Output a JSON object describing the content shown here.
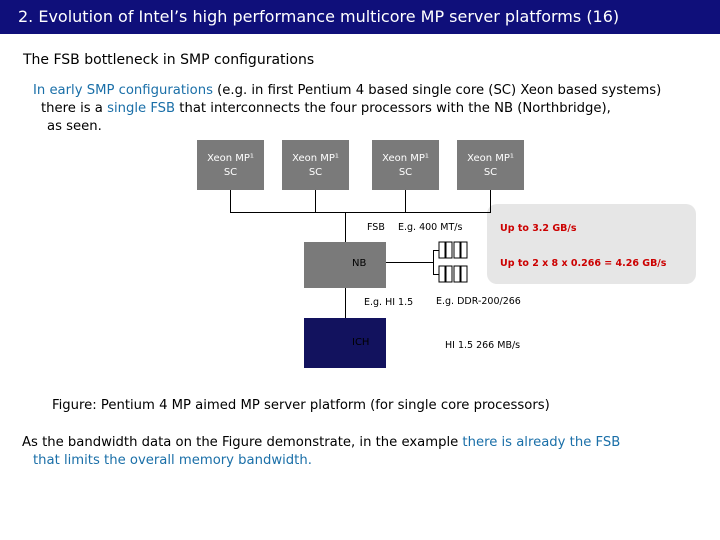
{
  "header": {
    "title": "2. Evolution of Intel’s high performance multicore MP server platforms (16)"
  },
  "subtitle": "The FSB bottleneck in SMP configurations",
  "intro": {
    "part1": "In early SMP configurations",
    "part2": " (e.g. in first Pentium 4 based single core (SC) Xeon based systems)",
    "part3": "there is a ",
    "part4": "single FSB",
    "part5": " that interconnects the four processors with the NB (Northbridge),",
    "part6": "as seen."
  },
  "diagram": {
    "processors": [
      {
        "line1": "Xeon MP¹",
        "line2": "SC"
      },
      {
        "line1": "Xeon MP¹",
        "line2": "SC"
      },
      {
        "line1": "Xeon MP¹",
        "line2": "SC"
      },
      {
        "line1": "Xeon MP¹",
        "line2": "SC"
      }
    ],
    "fsb_label": "FSB",
    "fsb_rate": "E.g. 400 MT/s",
    "nb_label": "NB",
    "hi_label": "E.g. HI 1.5",
    "ich_label": "ICH",
    "memory_label": "E.g. DDR-200/266",
    "hi_rate": "HI 1.5 266 MB/s",
    "fsb_bandwidth": "Up to 3.2 GB/s",
    "memory_bandwidth": "Up to 2 x 8 x 0.266 = 4.26 GB/s",
    "colors": {
      "processor": "#7a7a7a",
      "nb": "#7a7a7a",
      "ich": "#12125e",
      "bandwidth_box": "#e6e6e6",
      "bandwidth_text": "#cc0000"
    }
  },
  "caption": "Figure: Pentium 4 MP aimed MP server platform (for single core processors)",
  "conclusion": {
    "part1": "As the bandwidth data on the Figure demonstrate, in the example ",
    "part2": "there is already the FSB",
    "part3": "that limits the overall memory bandwidth."
  }
}
